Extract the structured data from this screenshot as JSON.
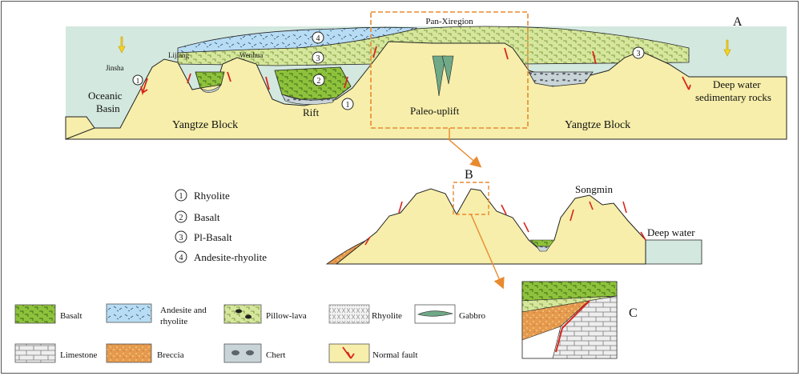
{
  "colors": {
    "sea": "#d3e8df",
    "block": "#f6eeaa",
    "basalt": "#8fc23c",
    "pillow": "#d6e79d",
    "andesite": "#b7dcf4",
    "chert": "#c9d4d9",
    "breccia": "#e59a4f",
    "gabbro": "#6fa988",
    "limestone": "#eeeeee",
    "fault": "#d9261c",
    "frame": "#e88a2e",
    "subsidence_arrow": "#f4d227"
  },
  "panel_a": {
    "label": "A",
    "region_label": "Pan-Xiregion",
    "left_blocks_label": "Yangtze Block",
    "right_blocks_label": "Yangtze Block",
    "oceanic_basin_line1": "Oceanic",
    "oceanic_basin_line2": "Basin",
    "jinsha": "Jinsha",
    "lijiang": "Lijiang",
    "wenhua": "Wenhua",
    "rift": "Rift",
    "paleo_uplift": "Paleo-uplift",
    "deep_water_line1": "Deep water",
    "deep_water_line2": "sedimentary rocks",
    "markers": {
      "m1a": "1",
      "m1b": "1",
      "m2": "2",
      "m3a": "3",
      "m3b": "3",
      "m4": "4"
    }
  },
  "panel_b": {
    "label": "B",
    "songmin": "Songmin",
    "deep_water": "Deep water"
  },
  "panel_c": {
    "label": "C"
  },
  "numbered_legend": [
    {
      "num": "1",
      "text": "Rhyolite"
    },
    {
      "num": "2",
      "text": "Basalt"
    },
    {
      "num": "3",
      "text": "Pl-Basalt"
    },
    {
      "num": "4",
      "text": "Andesite-rhyolite"
    }
  ],
  "legend": [
    {
      "key": "basalt",
      "label": "Basalt"
    },
    {
      "key": "andesite",
      "label_line1": "Andesite and",
      "label_line2": "rhyolite"
    },
    {
      "key": "pillow",
      "label": "Pillow-lava"
    },
    {
      "key": "rhyolite",
      "label": "Rhyolite"
    },
    {
      "key": "gabbro",
      "label": "Gabbro"
    },
    {
      "key": "limestone",
      "label": "Limestone"
    },
    {
      "key": "breccia",
      "label": "Breccia"
    },
    {
      "key": "chert",
      "label": "Chert"
    },
    {
      "key": "fault",
      "label": "Normal fault"
    }
  ]
}
